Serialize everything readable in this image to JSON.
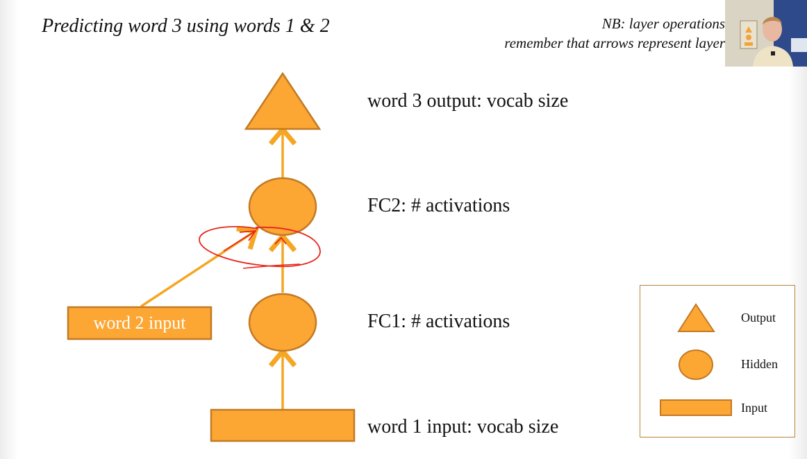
{
  "slide": {
    "title": "Predicting word 3 using words 1 & 2",
    "note_line1": "NB: layer operations",
    "note_line2": "remember that arrows represent layer"
  },
  "diagram": {
    "output_label": "word 3 output: vocab size",
    "fc2_label": "FC2: # activations",
    "fc1_label": "FC1: # activations",
    "input1_label": "word 1 input: vocab size",
    "input2_box_text": "word 2 input"
  },
  "legend": {
    "output": "Output",
    "hidden": "Hidden",
    "input": "Input"
  },
  "colors": {
    "shape_fill": "#fca634",
    "shape_stroke": "#c27a23",
    "arrow": "#f5a623",
    "annotation": "#e8251c",
    "legend_border": "#b8823a"
  }
}
